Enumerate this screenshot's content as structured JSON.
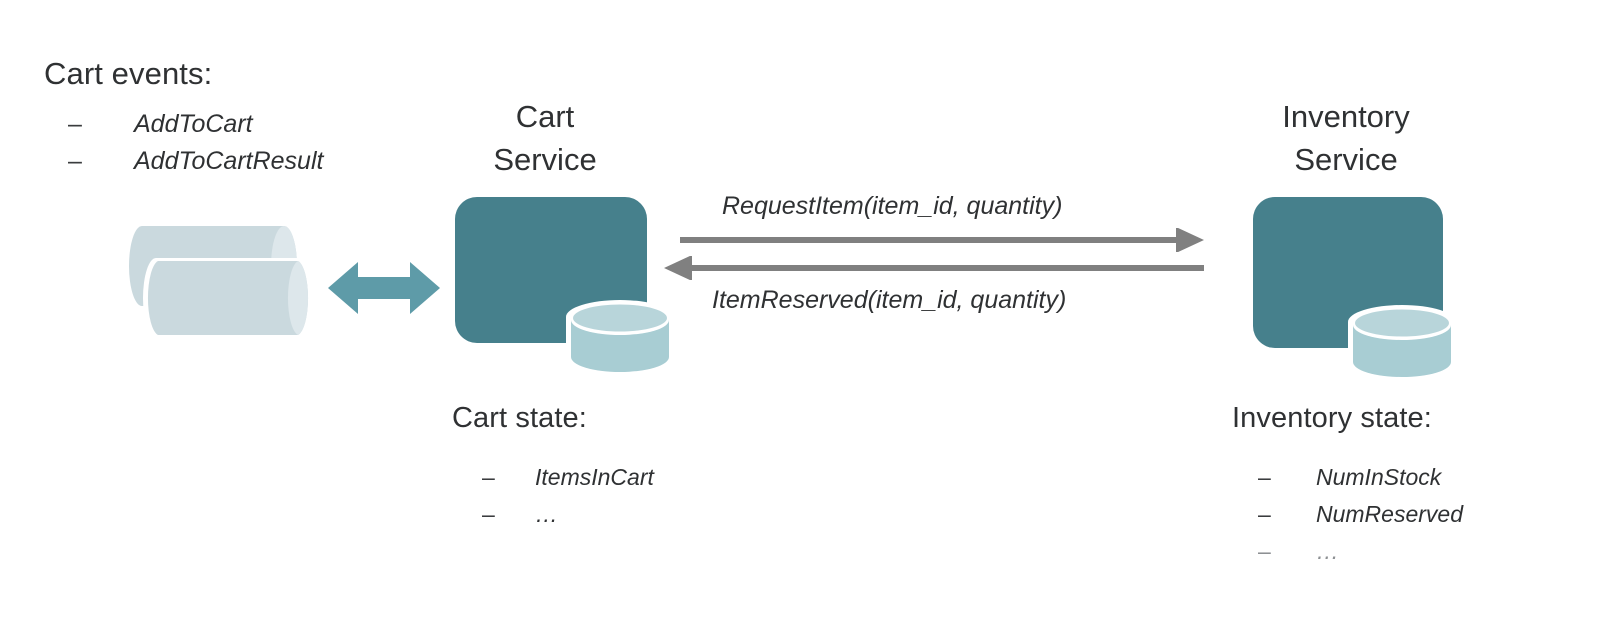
{
  "diagram": {
    "title_left": "Cart events:",
    "events": [
      {
        "dash": "–",
        "text": "AddToCart"
      },
      {
        "dash": "–",
        "text": "AddToCartResult"
      }
    ],
    "queue": {
      "icon": "message-queue-cylinders",
      "color": "#cad9de"
    },
    "sync_arrow": {
      "icon": "bidirectional-arrow",
      "color": "#5e9ba8"
    },
    "cart_service": {
      "title_line1": "Cart",
      "title_line2": "Service",
      "box_color": "#46808c",
      "db_icon": "database-cylinder",
      "db_color": "#a8cdd3",
      "state_heading": "Cart state:",
      "state_items": [
        {
          "dash": "–",
          "text": "ItemsInCart"
        },
        {
          "dash": "–",
          "text": "…"
        }
      ]
    },
    "inventory_service": {
      "title_line1": "Inventory",
      "title_line2": "Service",
      "box_color": "#46808c",
      "db_icon": "database-cylinder",
      "db_color": "#a8cdd3",
      "state_heading": "Inventory state:",
      "state_items": [
        {
          "dash": "–",
          "text": "NumInStock",
          "faded": false
        },
        {
          "dash": "–",
          "text": "NumReserved",
          "faded": false
        },
        {
          "dash": "–",
          "text": "…",
          "faded": true
        }
      ]
    },
    "messages": {
      "request_label": "RequestItem(item_id, quantity)",
      "response_label": "ItemReserved(item_id, quantity)",
      "arrow_color": "#808080"
    }
  }
}
